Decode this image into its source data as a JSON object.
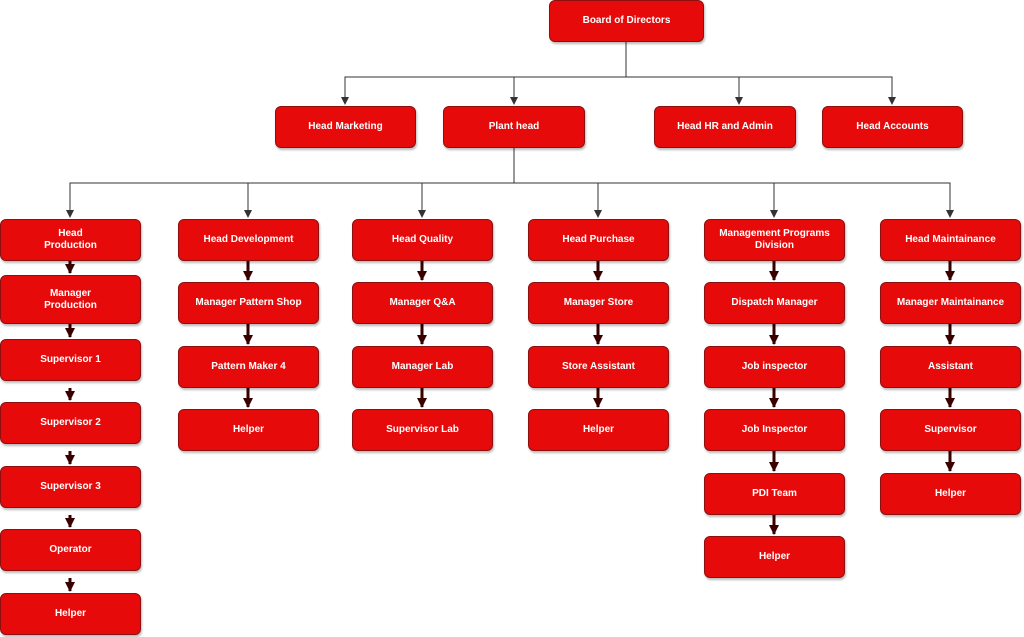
{
  "diagram": {
    "type": "org-chart",
    "colors": {
      "box_fill": "#e60a0a",
      "box_border": "#8e0f0f",
      "text": "#ffffff",
      "connector": "#333333",
      "arrow": "#3a0000"
    },
    "nodes": {
      "board": "Board of Directors",
      "head_marketing": "Head Marketing",
      "plant_head": "Plant head",
      "head_hr_admin": "Head HR and Admin",
      "head_accounts": "Head Accounts",
      "head_production": "Head\nProduction",
      "manager_production": "Manager\nProduction",
      "supervisor_1": "Supervisor 1",
      "supervisor_2": "Supervisor 2",
      "supervisor_3": "Supervisor 3",
      "operator": "Operator",
      "helper_production": "Helper",
      "head_development": "Head Development",
      "manager_pattern_shop": "Manager Pattern Shop",
      "pattern_maker_4": "Pattern Maker 4",
      "helper_development": "Helper",
      "head_quality": "Head Quality",
      "manager_qa": "Manager Q&A",
      "manager_lab": "Manager Lab",
      "supervisor_lab": "Supervisor Lab",
      "head_purchase": "Head Purchase",
      "manager_store": "Manager Store",
      "store_assistant": "Store Assistant",
      "helper_purchase": "Helper",
      "management_programs_division": "Management Programs\nDivision",
      "dispatch_manager": "Dispatch Manager",
      "job_inspector_1": "Job inspector",
      "job_inspector_2": "Job Inspector",
      "pdi_team": "PDI Team",
      "helper_programs": "Helper",
      "head_maintainance": "Head Maintainance",
      "manager_maintainance": "Manager Maintainance",
      "assistant_maintainance": "Assistant",
      "supervisor_maintainance": "Supervisor",
      "helper_maintainance": "Helper"
    }
  }
}
